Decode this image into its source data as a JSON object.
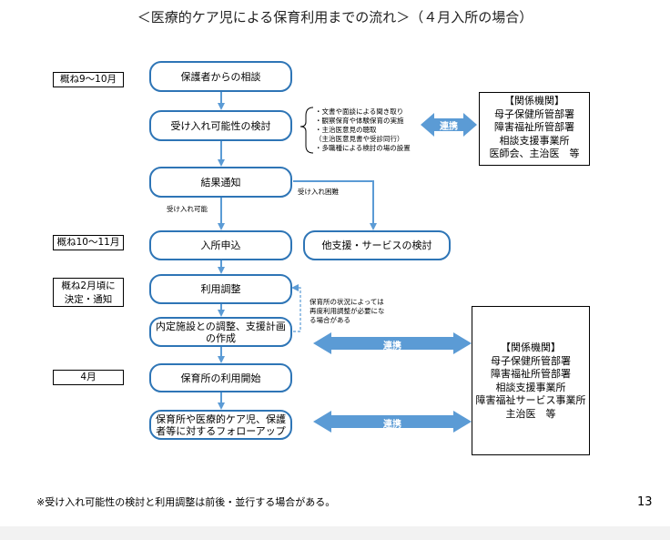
{
  "title": "＜医療的ケア児による保育利用までの流れ＞（４月入所の場合）",
  "periods": [
    "概ね9～10月",
    "概ね10～11月",
    "概ね2月頃に",
    "決定・通知",
    "4月"
  ],
  "steps": {
    "consult": "保護者からの相談",
    "review": "受け入れ可能性の検討",
    "result": "結果通知",
    "apply": "入所申込",
    "other": "他支援・サービスの検討",
    "adjust": "利用調整",
    "plan_l1": "内定施設との調整、支援計画",
    "plan_l2": "の作成",
    "start": "保育所の利用開始",
    "follow_l1": "保育所や医療的ケア児、保護",
    "follow_l2": "者等に対するフォローアップ"
  },
  "review_items": [
    "・文書や面談による聞き取り",
    "・観察保育や体験保育の実施",
    "・主治医意見の聴取",
    "（主治医意見書や受診同行）",
    "・多職種による検討の場の設置"
  ],
  "branch_labels": {
    "possible": "受け入れ可能",
    "difficult": "受け入れ困難",
    "readjust": [
      "保育所の状況によっては",
      "再度利用調整が必要にな",
      "る場合がある"
    ]
  },
  "link_label": "連携",
  "org_top": [
    "【関係機関】",
    "母子保健所管部署",
    "障害福祉所管部署",
    "相談支援事業所",
    "医師会、主治医　等"
  ],
  "org_bottom": [
    "【関係機関】",
    "母子保健所管部署",
    "障害福祉所管部署",
    "相談支援事業所",
    "障害福祉サービス事業所",
    "主治医　等"
  ],
  "note": "※受け入れ可能性の検討と利用調整は前後・並行する場合がある。",
  "page_number": "13",
  "colors": {
    "step_border": "#2e75b6",
    "arrow": "#5b9bd5",
    "link_fill": "#5b9bd5"
  }
}
